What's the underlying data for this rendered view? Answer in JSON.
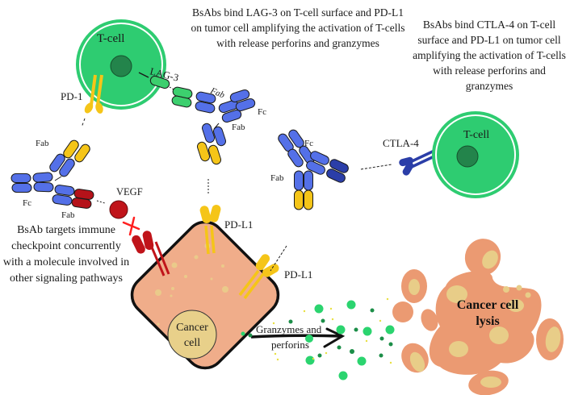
{
  "captions": {
    "lag3_mechanism": "BsAbs bind LAG-3 on T-cell surface and PD-L1 on tumor cell amplifying the activation of T-cells with release perforins and granzymes",
    "ctla4_mechanism": "BsAbs bind CTLA-4 on T-cell surface and PD-L1 on tumor cell amplifying the activation of T-cells with release perforins and granzymes",
    "vegf_mechanism": "BsAb targets immune checkpoint concurrently with a molecule involved in other signaling pathways"
  },
  "labels": {
    "tcell_left": "T-cell",
    "tcell_right": "T-cell",
    "pd1": "PD-1",
    "lag3": "LAG-3",
    "ctla4": "CTLA-4",
    "vegf": "VEGF",
    "pdl1_top": "PD-L1",
    "pdl1_right": "PD-L1",
    "fab_lag3_top": "Fab",
    "fab_lag3_side": "Fab",
    "fc_lag3": "Fc",
    "fab_vegf_top": "Fab",
    "fab_vegf_bottom": "Fab",
    "fc_vegf": "Fc",
    "fc_ctla4": "Fc",
    "fab_ctla4": "Fab",
    "cancer_cell_line1": "Cancer",
    "cancer_cell_line2": "cell",
    "granzymes_line1": "Granzymes and",
    "granzymes_line2": "perforins",
    "lysis_line1": "Cancer cell",
    "lysis_line2": "lysis"
  },
  "colors": {
    "tcell_green": "#2ecc71",
    "tcell_nucleus": "#23844b",
    "antibody_blue": "#5470e8",
    "antibody_dark_blue": "#2b3ea8",
    "pdl1_yellow": "#f5c518",
    "vegf_red": "#c0141a",
    "inhibit_red": "#ff2020",
    "cancer_cell": "#f0ad8a",
    "cancer_nucleus": "#e8d08a",
    "lysis_orange": "#eb9a72",
    "granule_green": "#2bd46f",
    "granule_dark_green": "#1c8e48"
  }
}
